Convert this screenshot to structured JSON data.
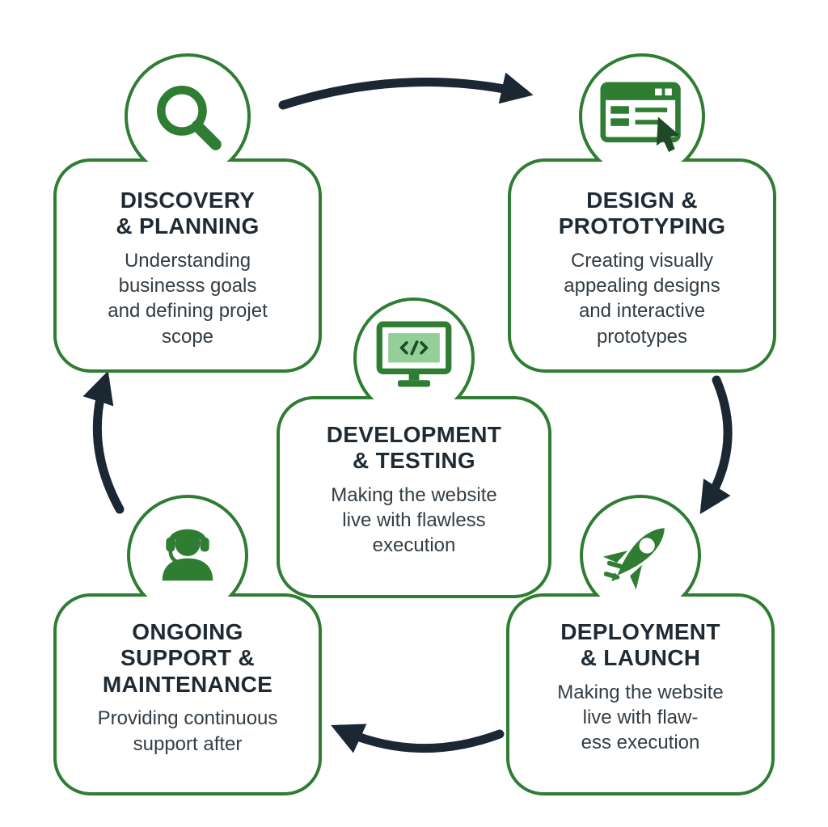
{
  "colors": {
    "green": "#2e7d32",
    "arrow_dark": "#1b2733",
    "icon_dark_green": "#1e4a26",
    "screen_light_green": "#93cf97"
  },
  "nodes": [
    {
      "id": "discovery-planning",
      "icon": "magnifier-icon",
      "title": "DISCOVERY\n& PLANNING",
      "description": "Understanding\nbusinesss goals\nand defining projet\nscope"
    },
    {
      "id": "design-prototyping",
      "icon": "browser-prototype-icon",
      "title": "DESIGN &\nPROTOTYPING",
      "description": "Creating visually\nappealing designs\nand interactive\nprototypes"
    },
    {
      "id": "development-testing",
      "icon": "monitor-code-icon",
      "title": "DEVELOPMENT\n& TESTING",
      "description": "Making the website\nlive with flawless\nexecution"
    },
    {
      "id": "deployment-launch",
      "icon": "rocket-icon",
      "title": "DEPLOYMENT\n& LAUNCH",
      "description": "Making the website\nlive with flaw-\ness execution"
    },
    {
      "id": "ongoing-support-maintenance",
      "icon": "support-agent-icon",
      "title": "ONGOING\nSUPPORT &\nMAINTENANCE",
      "description": "Providing continuous\nsupport after"
    }
  ]
}
